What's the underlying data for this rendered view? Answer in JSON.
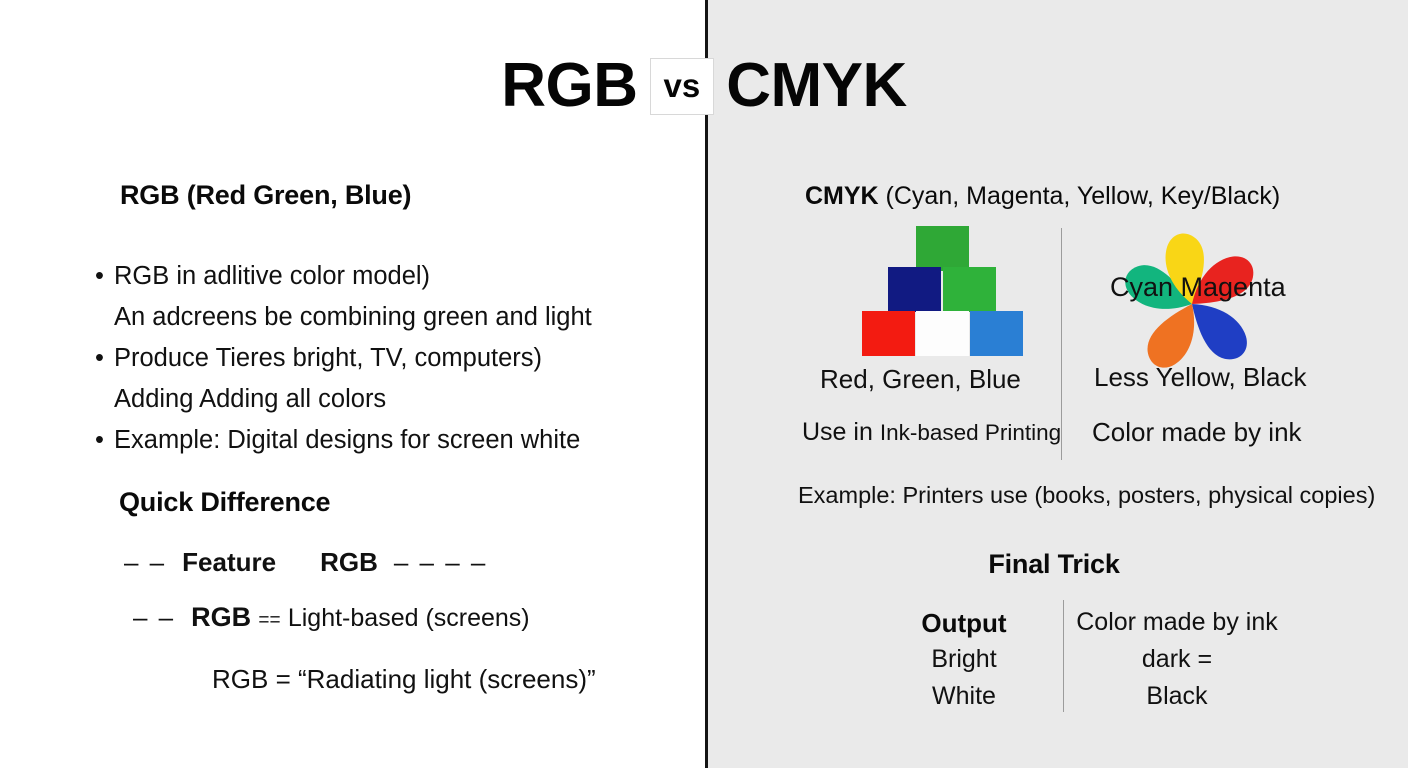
{
  "title": {
    "left": "RGB",
    "vs": "vs",
    "right": "CMYK"
  },
  "colors": {
    "panel_left_bg": "#ffffff",
    "panel_right_bg": "#eaeaea",
    "divider": "#141414",
    "text": "#111111",
    "square_green_top": "#2fa836",
    "square_navy": "#111a82",
    "square_green": "#2fb23a",
    "square_red": "#f31b11",
    "square_white": "#fdfdfd",
    "square_blue": "#2a7fd4",
    "petal_teal": "#12b57e",
    "petal_yellow": "#f9d616",
    "petal_red": "#e8231f",
    "petal_blue": "#1f3ec4",
    "petal_orange": "#ef7222"
  },
  "left_panel": {
    "heading": "RGB (Red Green, Blue)",
    "bullets": [
      {
        "bullet": true,
        "text": "RGB in adlitive color model)"
      },
      {
        "bullet": false,
        "text": "An adcreens be combining green and light"
      },
      {
        "bullet": true,
        "text": "Produce Tieres bright, TV, computers)"
      },
      {
        "bullet": false,
        "text": "Adding Adding all colors"
      },
      {
        "bullet": true,
        "text": "Example: Digital designs for screen white"
      }
    ],
    "quick_difference_heading": "Quick Difference",
    "feature_row": {
      "dash_left": "– –",
      "label": "Feature",
      "value": "RGB",
      "dash_right": "– – – –"
    },
    "rgb_row": {
      "dash_left": "– –",
      "label": "RGB",
      "equals": "=",
      "equals2": "=",
      "value": "Light-based (screens)"
    },
    "rgb_quote_row": "RGB = “Radiating light (screens)”"
  },
  "right_panel": {
    "heading_bold": "CMYK",
    "heading_rest": " (Cyan, Magenta, Yellow, Key/Black)",
    "flower_overlay_label": "Cyan Magenta",
    "caption_left_1": "Red, Green, Blue",
    "caption_left_2_a": "Use in ",
    "caption_left_2_b": "Ink-based Printing",
    "caption_right_1": "Less Yellow, Black",
    "caption_right_2": "Color made by ink",
    "example": "Example: Printers use (books, posters, physical copies)",
    "final_trick_heading": "Final Trick",
    "final_trick": {
      "left_title": "Output",
      "left_lines": [
        "Bright",
        "White"
      ],
      "right_title": "Color made by ink",
      "right_lines": [
        "dark =",
        "Black"
      ]
    }
  },
  "squares": [
    {
      "name": "square-green-top",
      "color": "#2fa836"
    },
    {
      "name": "square-navy",
      "color": "#111a82"
    },
    {
      "name": "square-green",
      "color": "#2fb23a"
    },
    {
      "name": "square-red",
      "color": "#f31b11"
    },
    {
      "name": "square-white",
      "color": "#fdfdfd"
    },
    {
      "name": "square-blue",
      "color": "#2a7fd4"
    }
  ]
}
